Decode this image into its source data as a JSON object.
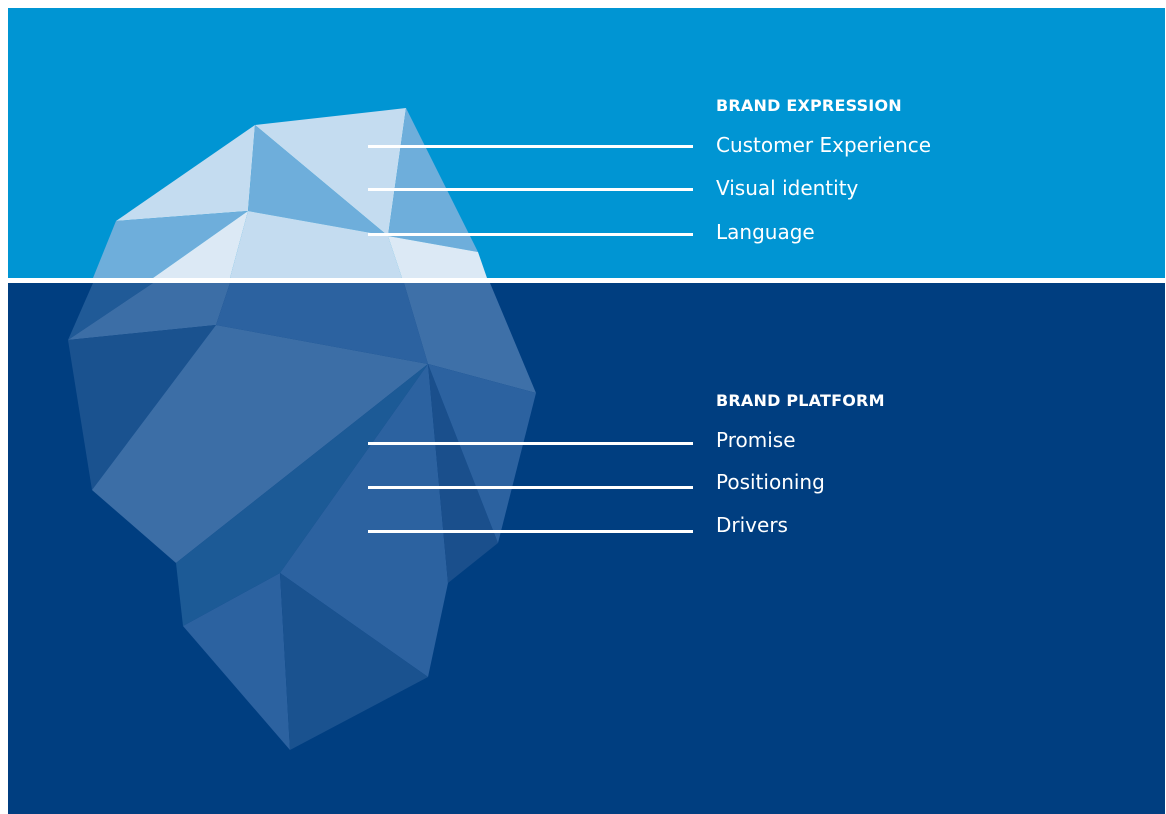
{
  "colors": {
    "sky": "#0095D3",
    "sea": "#003E80",
    "divider": "#ffffff",
    "text": "#ffffff"
  },
  "brand_expression": {
    "heading": "BRAND EXPRESSION",
    "items": [
      "Customer Experience",
      "Visual identity",
      "Language"
    ]
  },
  "brand_platform": {
    "heading": "BRAND PLATFORM",
    "items": [
      "Promise",
      "Positioning",
      "Drivers"
    ]
  }
}
